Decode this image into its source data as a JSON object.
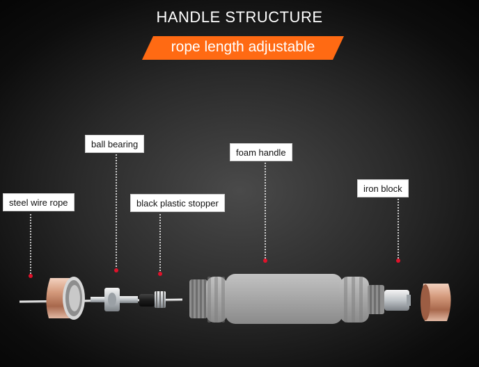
{
  "title": "HANDLE STRUCTURE",
  "subtitle": "rope length adjustable",
  "parts": [
    {
      "id": "steel-wire-rope",
      "label": "steel wire rope"
    },
    {
      "id": "ball-bearing",
      "label": "ball bearing"
    },
    {
      "id": "black-plastic-stopper",
      "label": "black plastic stopper"
    },
    {
      "id": "foam-handle",
      "label": "foam handle"
    },
    {
      "id": "iron-block",
      "label": "iron block"
    }
  ],
  "colors": {
    "accent": "#ff6a13",
    "leader_line": "#ffffff",
    "marker": "#e0122a",
    "foam": "#a9a9a9",
    "copper": "#c98a6e"
  }
}
